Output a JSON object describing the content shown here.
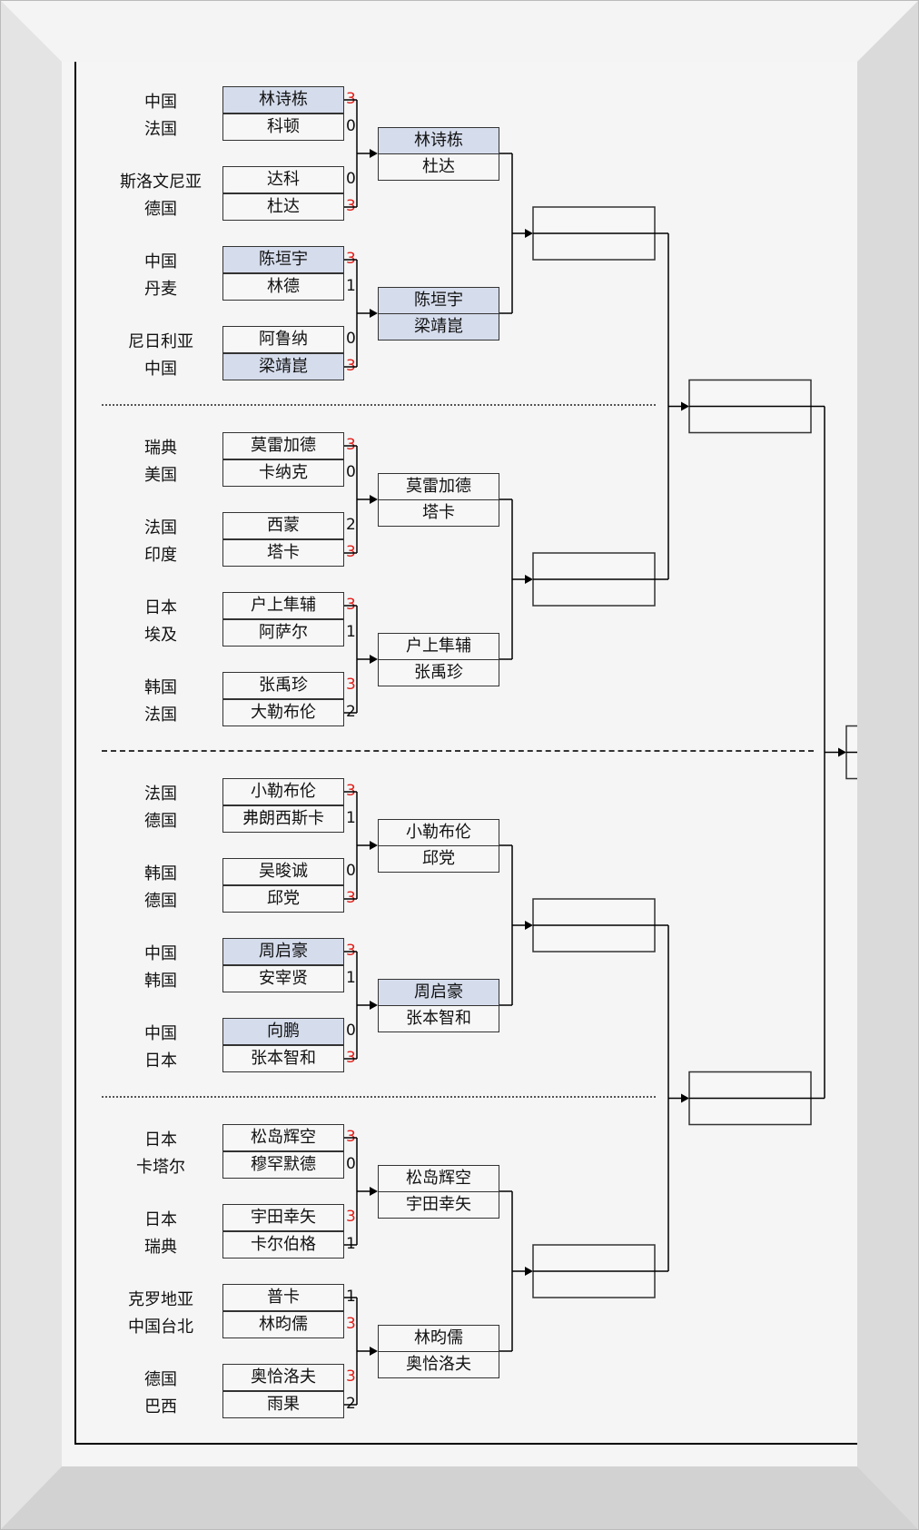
{
  "round1": [
    {
      "country": "中国",
      "player": "林诗栋",
      "score": "3",
      "win": true,
      "hl": true
    },
    {
      "country": "法国",
      "player": "科顿",
      "score": "0",
      "win": false,
      "hl": false
    },
    {
      "country": "斯洛文尼亚",
      "player": "达科",
      "score": "0",
      "win": false,
      "hl": false
    },
    {
      "country": "德国",
      "player": "杜达",
      "score": "3",
      "win": true,
      "hl": false
    },
    {
      "country": "中国",
      "player": "陈垣宇",
      "score": "3",
      "win": true,
      "hl": true
    },
    {
      "country": "丹麦",
      "player": "林德",
      "score": "1",
      "win": false,
      "hl": false
    },
    {
      "country": "尼日利亚",
      "player": "阿鲁纳",
      "score": "0",
      "win": false,
      "hl": false
    },
    {
      "country": "中国",
      "player": "梁靖崑",
      "score": "3",
      "win": true,
      "hl": true
    },
    {
      "country": "瑞典",
      "player": "莫雷加德",
      "score": "3",
      "win": true,
      "hl": false
    },
    {
      "country": "美国",
      "player": "卡纳克",
      "score": "0",
      "win": false,
      "hl": false
    },
    {
      "country": "法国",
      "player": "西蒙",
      "score": "2",
      "win": false,
      "hl": false
    },
    {
      "country": "印度",
      "player": "塔卡",
      "score": "3",
      "win": true,
      "hl": false
    },
    {
      "country": "日本",
      "player": "户上隼辅",
      "score": "3",
      "win": true,
      "hl": false
    },
    {
      "country": "埃及",
      "player": "阿萨尔",
      "score": "1",
      "win": false,
      "hl": false
    },
    {
      "country": "韩国",
      "player": "张禹珍",
      "score": "3",
      "win": true,
      "hl": false
    },
    {
      "country": "法国",
      "player": "大勒布伦",
      "score": "2",
      "win": false,
      "hl": false
    },
    {
      "country": "法国",
      "player": "小勒布伦",
      "score": "3",
      "win": true,
      "hl": false
    },
    {
      "country": "德国",
      "player": "弗朗西斯卡",
      "score": "1",
      "win": false,
      "hl": false
    },
    {
      "country": "韩国",
      "player": "吴晙诚",
      "score": "0",
      "win": false,
      "hl": false
    },
    {
      "country": "德国",
      "player": "邱党",
      "score": "3",
      "win": true,
      "hl": false
    },
    {
      "country": "中国",
      "player": "周启豪",
      "score": "3",
      "win": true,
      "hl": true
    },
    {
      "country": "韩国",
      "player": "安宰贤",
      "score": "1",
      "win": false,
      "hl": false
    },
    {
      "country": "中国",
      "player": "向鹏",
      "score": "0",
      "win": false,
      "hl": true
    },
    {
      "country": "日本",
      "player": "张本智和",
      "score": "3",
      "win": true,
      "hl": false
    },
    {
      "country": "日本",
      "player": "松岛辉空",
      "score": "3",
      "win": true,
      "hl": false
    },
    {
      "country": "卡塔尔",
      "player": "穆罕默德",
      "score": "0",
      "win": false,
      "hl": false
    },
    {
      "country": "日本",
      "player": "宇田幸矢",
      "score": "3",
      "win": true,
      "hl": false
    },
    {
      "country": "瑞典",
      "player": "卡尔伯格",
      "score": "1",
      "win": false,
      "hl": false
    },
    {
      "country": "克罗地亚",
      "player": "普卡",
      "score": "1",
      "win": false,
      "hl": false
    },
    {
      "country": "中国台北",
      "player": "林昀儒",
      "score": "3",
      "win": true,
      "hl": false
    },
    {
      "country": "德国",
      "player": "奥恰洛夫",
      "score": "3",
      "win": true,
      "hl": false
    },
    {
      "country": "巴西",
      "player": "雨果",
      "score": "2",
      "win": false,
      "hl": false
    }
  ],
  "round2": [
    {
      "player": "林诗栋",
      "hl": true
    },
    {
      "player": "杜达",
      "hl": false
    },
    {
      "player": "陈垣宇",
      "hl": true
    },
    {
      "player": "梁靖崑",
      "hl": true
    },
    {
      "player": "莫雷加德",
      "hl": false
    },
    {
      "player": "塔卡",
      "hl": false
    },
    {
      "player": "户上隼辅",
      "hl": false
    },
    {
      "player": "张禹珍",
      "hl": false
    },
    {
      "player": "小勒布伦",
      "hl": false
    },
    {
      "player": "邱党",
      "hl": false
    },
    {
      "player": "周启豪",
      "hl": true
    },
    {
      "player": "张本智和",
      "hl": false
    },
    {
      "player": "松岛辉空",
      "hl": false
    },
    {
      "player": "宇田幸矢",
      "hl": false
    },
    {
      "player": "林昀儒",
      "hl": false
    },
    {
      "player": "奥恰洛夫",
      "hl": false
    }
  ],
  "colors": {
    "highlight": "#d5dcec",
    "win_score": "#e0201b",
    "line": "#000000"
  }
}
